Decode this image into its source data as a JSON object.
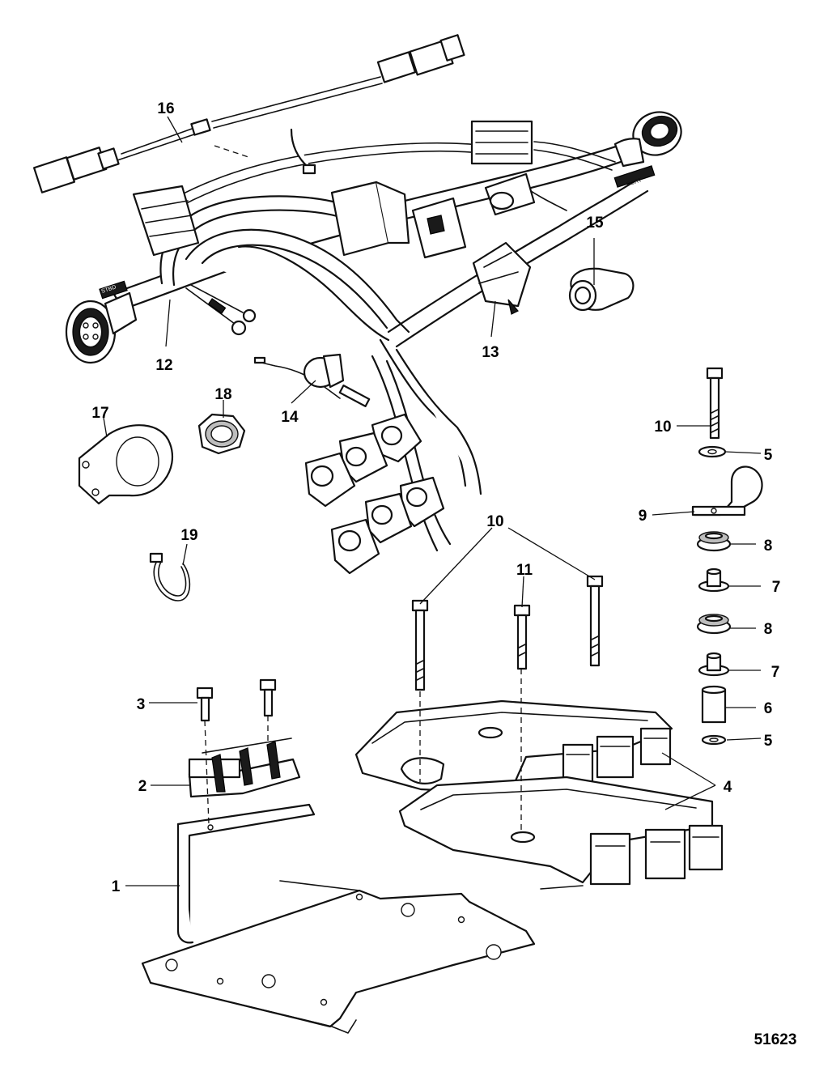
{
  "figure_number": "51623",
  "callouts": {
    "c1": "1",
    "c2": "2",
    "c3": "3",
    "c4": "4",
    "c5a": "5",
    "c5b": "5",
    "c6": "6",
    "c7a": "7",
    "c7b": "7",
    "c8a": "8",
    "c8b": "8",
    "c9": "9",
    "c10a": "10",
    "c10b": "10",
    "c11": "11",
    "c12": "12",
    "c13": "13",
    "c14": "14",
    "c15": "15",
    "c16": "16",
    "c17": "17",
    "c18": "18",
    "c19": "19"
  },
  "harness_tags": {
    "port": "PORT",
    "stbd": "STBD"
  },
  "colors": {
    "line": "#111111",
    "fill": "#ffffff",
    "dark_part": "#1a1a1a",
    "mid_grey": "#bdbdbd"
  }
}
